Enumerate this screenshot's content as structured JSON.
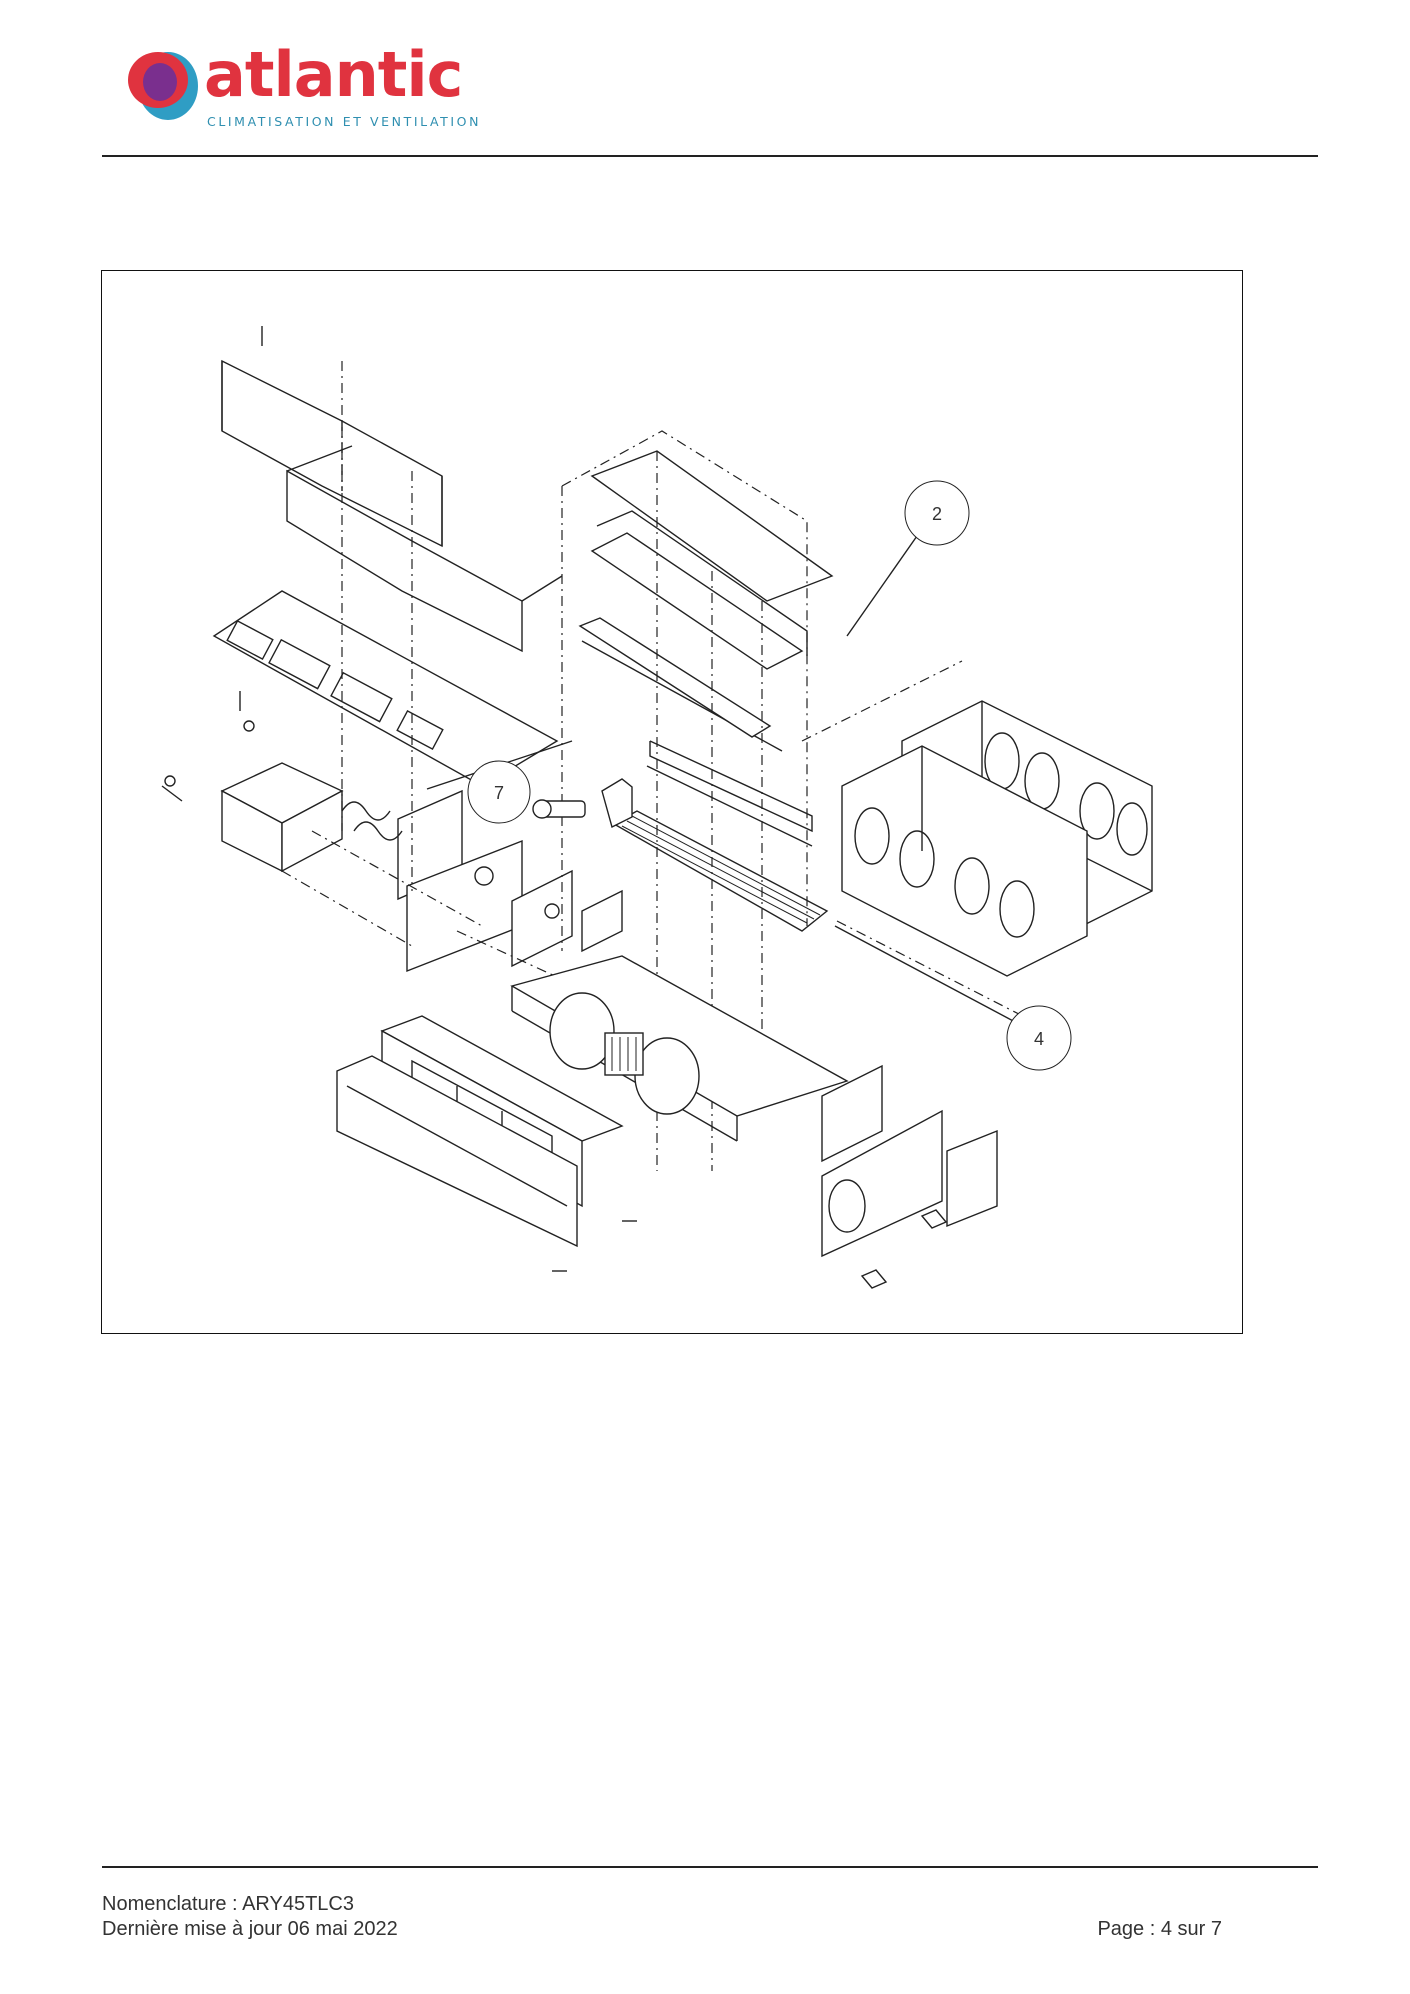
{
  "header": {
    "brand_name": "atlantic",
    "brand_tagline": "CLIMATISATION ET VENTILATION",
    "colors": {
      "brand_red": "#e0333f",
      "brand_blue": "#2f8fb0",
      "brand_purple": "#7a2f8e"
    }
  },
  "figure": {
    "callouts": [
      "2",
      "7",
      "4"
    ]
  },
  "footer": {
    "nomenclature": "Nomenclature : ARY45TLC3",
    "updated": "Dernière mise à jour 06 mai 2022",
    "page": "Page : 4 sur 7"
  }
}
